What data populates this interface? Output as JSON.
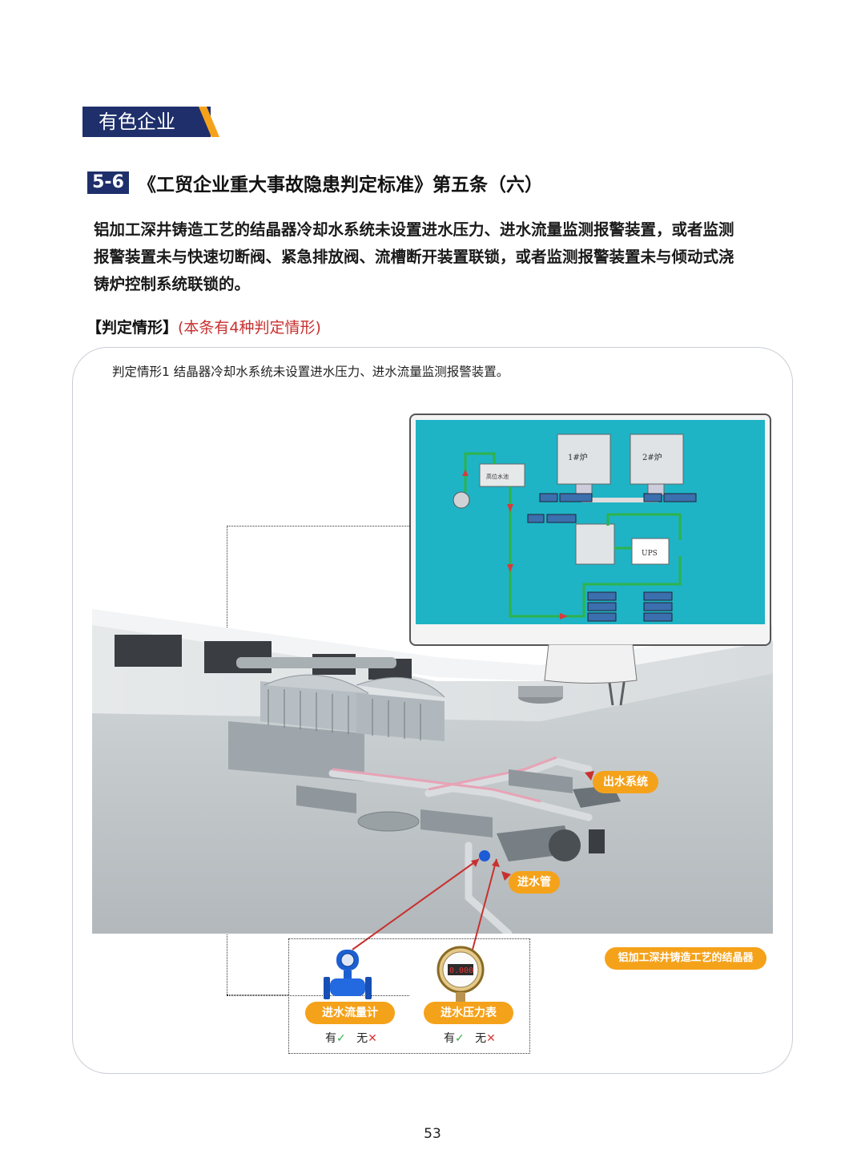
{
  "section_tag": "有色企业",
  "heading": {
    "number": "5-6",
    "title": "《工贸企业重大事故隐患判定标准》第五条（六）"
  },
  "body_lines": [
    "铝加工深井铸造工艺的结晶器冷却水系统未设置进水压力、进水流量监测报警装置，或者监测",
    "报警装置未与快速切断阀、紧急排放阀、流槽断开装置联锁，或者监测报警装置未与倾动式浇",
    "铸炉控制系统联锁的。"
  ],
  "criteria": {
    "label": "【判定情形】",
    "note": "(本条有4种判定情形)"
  },
  "case_title": "判定情形1  结晶器冷却水系统未设置进水压力、进水流量监测报警装置。",
  "monitor": {
    "furnace_1": "1#炉",
    "furnace_2": "2#炉",
    "tank": "高位水池",
    "ups": "UPS"
  },
  "callouts": {
    "outlet": "出水系统",
    "inlet": "进水管",
    "crystallizer": "铝加工深井铸造工艺的结晶器"
  },
  "devices": {
    "flow_meter": "进水流量计",
    "pressure_gauge": "进水压力表",
    "gauge_display": "0.000",
    "have": "有",
    "have_not": "无",
    "check_mark": "✓",
    "cross_mark": "✕"
  },
  "page_number": "53",
  "colors": {
    "navy": "#1e2f6b",
    "orange": "#f5a21b",
    "red": "#c8312f",
    "screen": "#1fb3c6"
  }
}
